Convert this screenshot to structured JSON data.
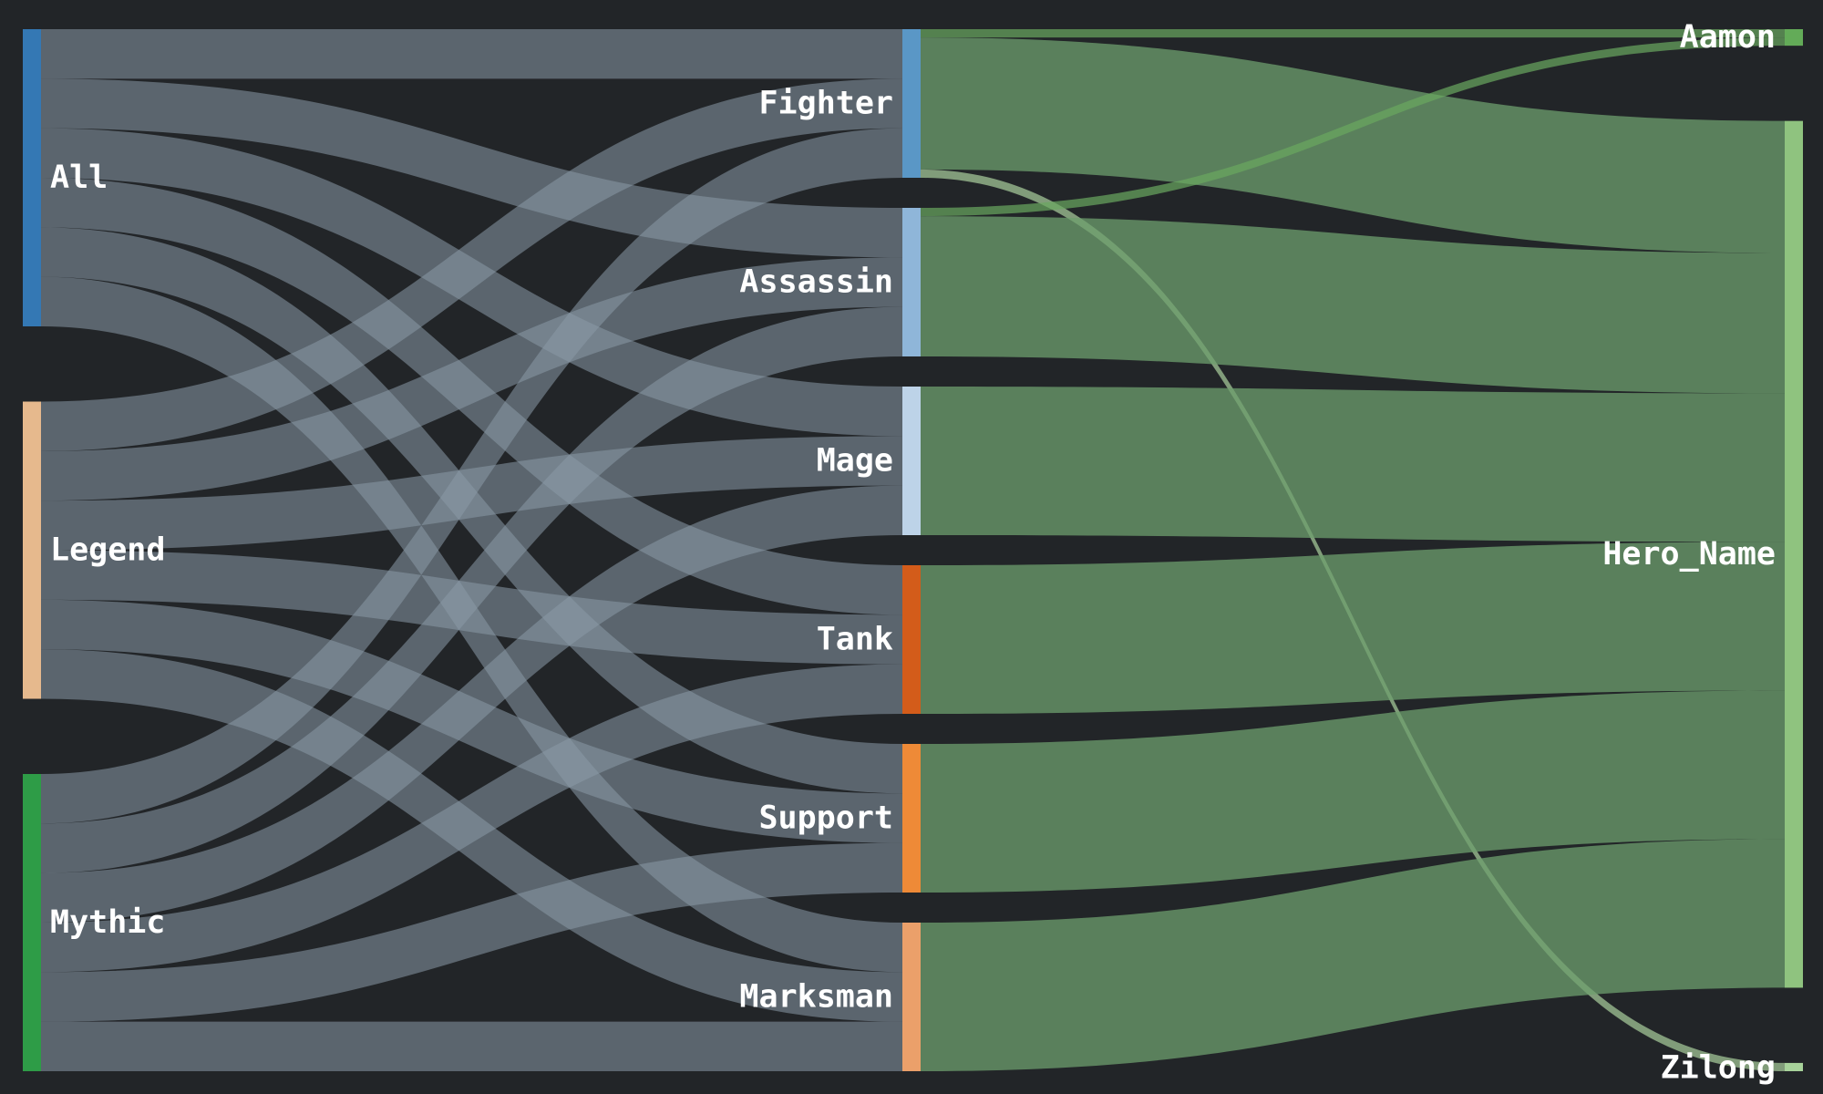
{
  "chart_data": {
    "type": "sankey",
    "title": "",
    "columns": [
      [
        {
          "id": "All",
          "label": "All",
          "color": "#3478b4"
        },
        {
          "id": "Legend",
          "label": "Legend",
          "color": "#e6b98d"
        },
        {
          "id": "Mythic",
          "label": "Mythic",
          "color": "#2e9c47"
        }
      ],
      [
        {
          "id": "Fighter",
          "label": "Fighter",
          "color": "#5a97c6"
        },
        {
          "id": "Assassin",
          "label": "Assassin",
          "color": "#8fb6d9"
        },
        {
          "id": "Mage",
          "label": "Mage",
          "color": "#bdd3e8"
        },
        {
          "id": "Tank",
          "label": "Tank",
          "color": "#d35c1a"
        },
        {
          "id": "Support",
          "label": "Support",
          "color": "#ee8a37"
        },
        {
          "id": "Marksman",
          "label": "Marksman",
          "color": "#eba06a"
        }
      ],
      [
        {
          "id": "Aamon",
          "label": "Aamon",
          "color": "#63ab58"
        },
        {
          "id": "Hero_Name",
          "label": "Hero_Name",
          "color": "#8fc37f"
        },
        {
          "id": "Zilong",
          "label": "Zilong",
          "color": "#a7d29a"
        }
      ]
    ],
    "links": [
      {
        "source": "All",
        "target": "Fighter",
        "value": 1
      },
      {
        "source": "All",
        "target": "Assassin",
        "value": 1
      },
      {
        "source": "All",
        "target": "Mage",
        "value": 1
      },
      {
        "source": "All",
        "target": "Tank",
        "value": 1
      },
      {
        "source": "All",
        "target": "Support",
        "value": 1
      },
      {
        "source": "All",
        "target": "Marksman",
        "value": 1
      },
      {
        "source": "Legend",
        "target": "Fighter",
        "value": 1
      },
      {
        "source": "Legend",
        "target": "Assassin",
        "value": 1
      },
      {
        "source": "Legend",
        "target": "Mage",
        "value": 1
      },
      {
        "source": "Legend",
        "target": "Tank",
        "value": 1
      },
      {
        "source": "Legend",
        "target": "Support",
        "value": 1
      },
      {
        "source": "Legend",
        "target": "Marksman",
        "value": 1
      },
      {
        "source": "Mythic",
        "target": "Fighter",
        "value": 1
      },
      {
        "source": "Mythic",
        "target": "Assassin",
        "value": 1
      },
      {
        "source": "Mythic",
        "target": "Mage",
        "value": 1
      },
      {
        "source": "Mythic",
        "target": "Tank",
        "value": 1
      },
      {
        "source": "Mythic",
        "target": "Support",
        "value": 1
      },
      {
        "source": "Mythic",
        "target": "Marksman",
        "value": 1
      },
      {
        "source": "Fighter",
        "target": "Aamon",
        "value": 0.167
      },
      {
        "source": "Fighter",
        "target": "Hero_Name",
        "value": 2.666
      },
      {
        "source": "Fighter",
        "target": "Zilong",
        "value": 0.167
      },
      {
        "source": "Assassin",
        "target": "Aamon",
        "value": 0.167
      },
      {
        "source": "Assassin",
        "target": "Hero_Name",
        "value": 2.833
      },
      {
        "source": "Mage",
        "target": "Hero_Name",
        "value": 3
      },
      {
        "source": "Tank",
        "target": "Hero_Name",
        "value": 3
      },
      {
        "source": "Support",
        "target": "Hero_Name",
        "value": 3
      },
      {
        "source": "Marksman",
        "target": "Hero_Name",
        "value": 3
      }
    ],
    "link_colors": {
      "level1": "#8a9aa8",
      "level2": "#6e9f6e",
      "highlight_Aamon": "#69a85f",
      "highlight_Zilong": "#a9cf9c"
    },
    "background": "#222528"
  }
}
